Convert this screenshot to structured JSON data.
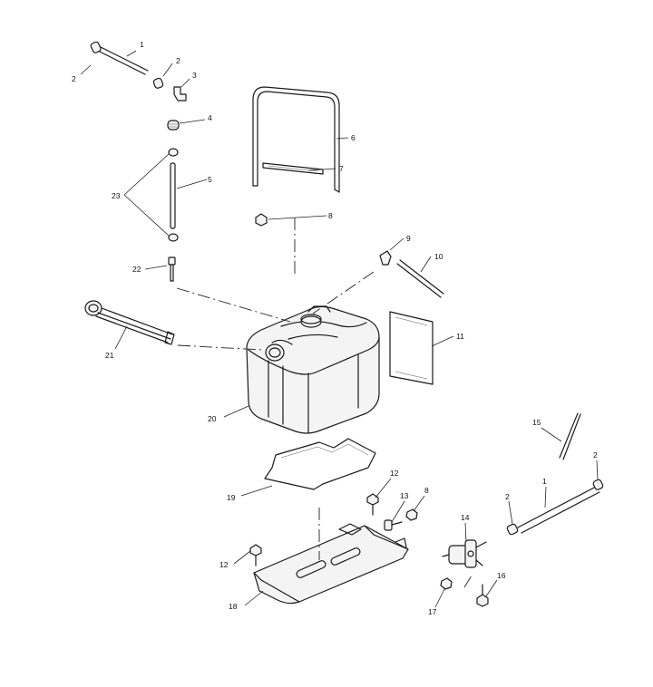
{
  "callouts": {
    "c1a": "1",
    "c2a": "2",
    "c2b": "2",
    "c3": "3",
    "c4": "4",
    "c5": "5",
    "c6": "6",
    "c7": "7",
    "c8a": "8",
    "c9": "9",
    "c10": "10",
    "c11": "11",
    "c23": "23",
    "c22": "22",
    "c21": "21",
    "c20": "20",
    "c19": "19",
    "c12a": "12",
    "c12b": "12",
    "c13": "13",
    "c8b": "8",
    "c14": "14",
    "c15": "15",
    "c2c": "2",
    "c1b": "1",
    "c2d": "2",
    "c16": "16",
    "c17": "17",
    "c18": "18"
  }
}
